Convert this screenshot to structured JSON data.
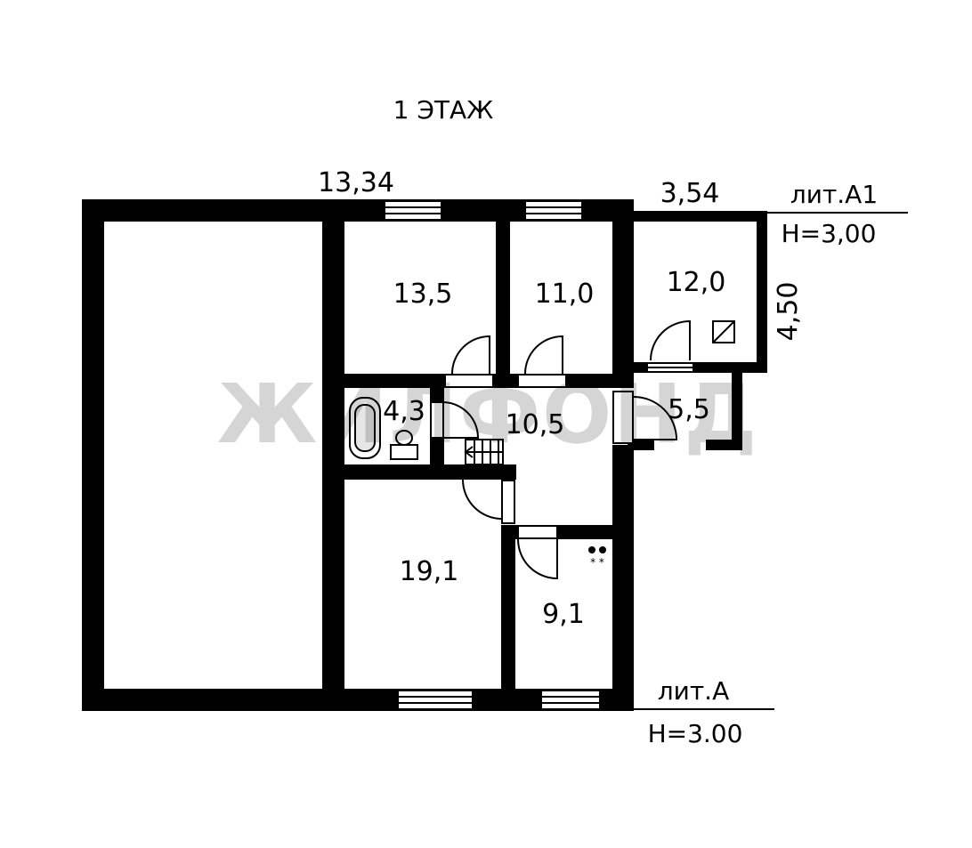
{
  "plan": {
    "title": "1 ЭТАЖ",
    "watermark": "ЖИЛФОНД",
    "dims": {
      "main_width": "13,34",
      "ext_width": "3,54",
      "ext_height": "4,50"
    },
    "lit_a1": {
      "name": "лит.А1",
      "height": "H=3,00"
    },
    "lit_a": {
      "name": "лит.А",
      "height": "H=3.00"
    },
    "rooms": {
      "room_13_5": "13,5",
      "room_11_0": "11,0",
      "room_12_0": "12,0",
      "room_4_3": "4,3",
      "room_10_5": "10,5",
      "room_5_5": "5,5",
      "room_19_1": "19,1",
      "room_9_1": "9,1"
    },
    "colors": {
      "wall": "#000000",
      "watermark": "#b8b8b8"
    },
    "icons": [
      "bathtub-icon",
      "toilet-icon",
      "stairs-icon",
      "stove-icon",
      "chimney-icon"
    ]
  }
}
